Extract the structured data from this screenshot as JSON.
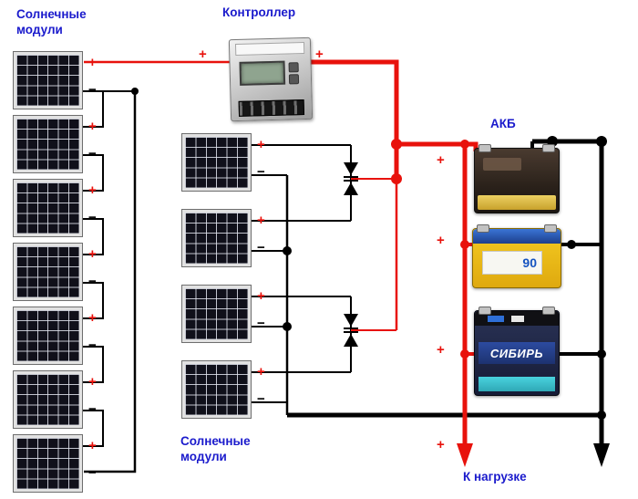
{
  "labels": {
    "solar_modules_top": "Солнечные\nмодули",
    "solar_modules_bottom": "Солнечные\nмодули",
    "controller": "Контроллер",
    "battery_bank": "АКБ",
    "load": "К нагрузке",
    "plus": "+",
    "minus": "−"
  },
  "panels": {
    "left_string_count": 7,
    "middle_string_count": 4
  },
  "batteries": [
    {
      "name": "battery-1",
      "label": ""
    },
    {
      "name": "battery-2",
      "label": "90"
    },
    {
      "name": "battery-3",
      "label": "СИБИРЬ"
    }
  ],
  "colors": {
    "positive_wire": "#e8120c",
    "negative_wire": "#000000",
    "label_text": "#1a1acc"
  }
}
